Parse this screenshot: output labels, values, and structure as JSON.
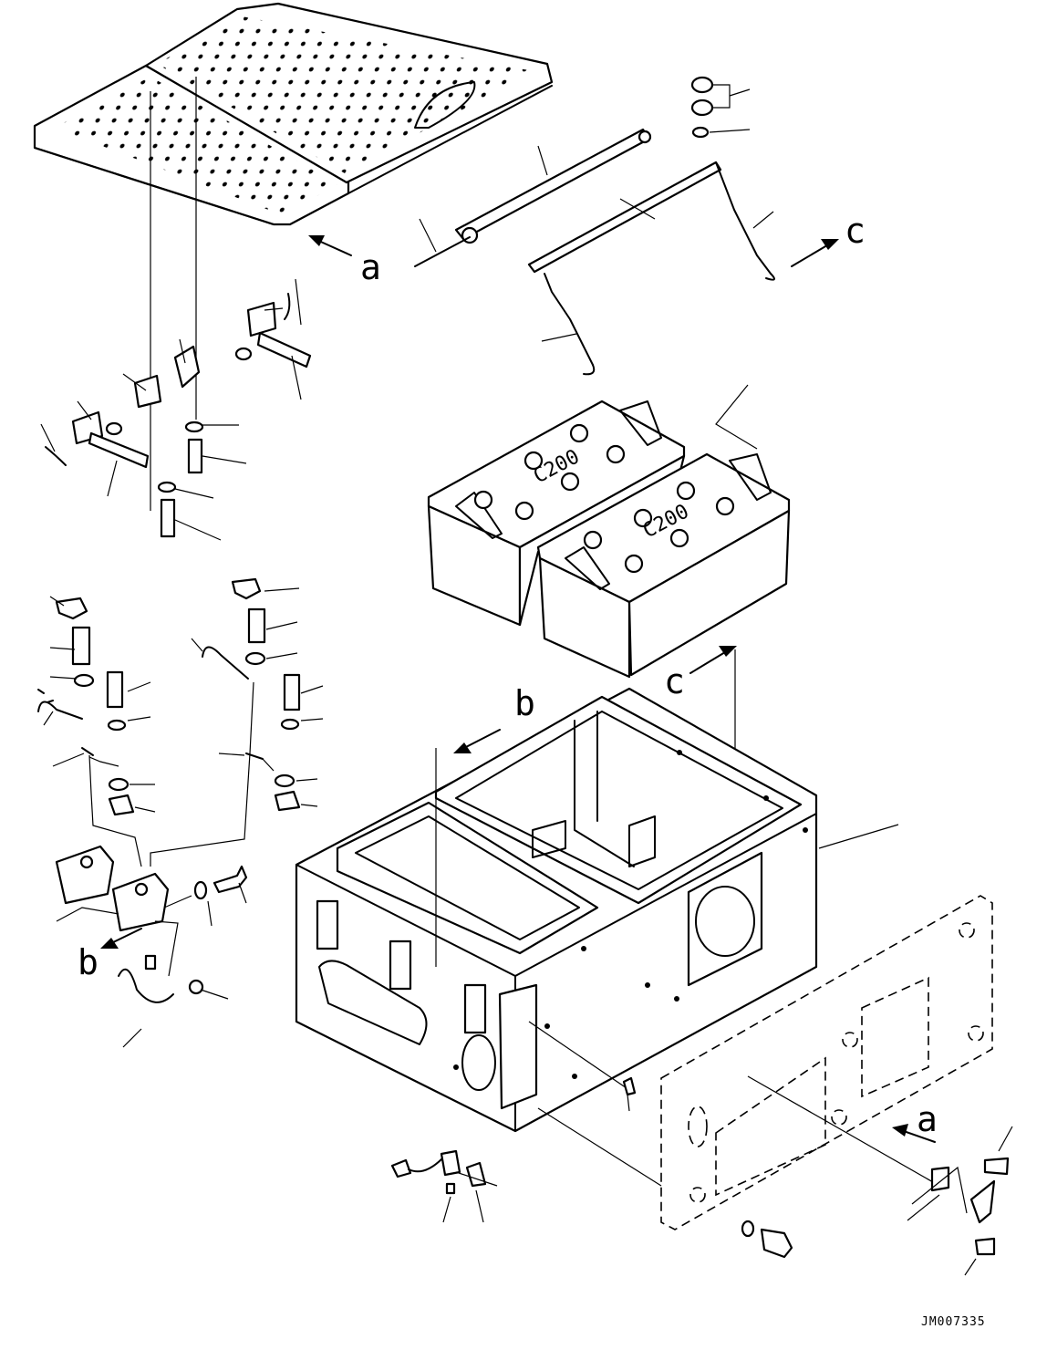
{
  "callouts": {
    "a_top": "a",
    "a_bottom": "a",
    "b_top": "b",
    "b_left": "b",
    "c_top": "c",
    "c_mid": "c"
  },
  "battery_labels": [
    "C200",
    "C200"
  ],
  "drawing_code": "JM007335"
}
